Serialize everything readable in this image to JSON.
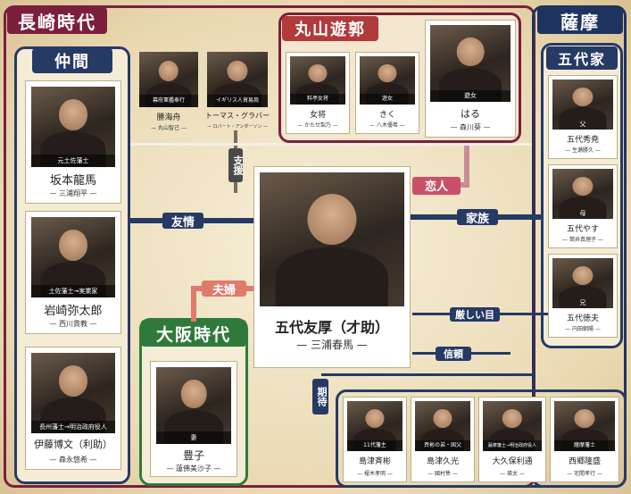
{
  "colors": {
    "nagasaki": "#7b1f3c",
    "satsuma": "#1f3360",
    "osaka": "#2f7a3a",
    "maruyama": "#b23a3a",
    "navy": "#263a66",
    "red": "#d65a5a"
  },
  "regions": {
    "nagasaki": "長崎時代",
    "satsuma": "薩摩",
    "nakama": "仲間",
    "godaike": "五代家",
    "maruyama": "丸山遊郭",
    "osaka": "大阪時代"
  },
  "center": {
    "name": "五代友厚（才助）",
    "actor": "— 三浦春馬 —"
  },
  "nakama": [
    {
      "role": "元土佐藩士",
      "name": "坂本龍馬",
      "actor": "— 三浦翔平 —"
    },
    {
      "role": "土佐藩士→実業家",
      "name": "岩崎弥太郎",
      "actor": "— 西川貴教 —"
    },
    {
      "role": "長州藩士→明治政府役人",
      "name": "伊藤博文（利助）",
      "actor": "— 森永悠希 —"
    }
  ],
  "nagasaki_top": [
    {
      "role": "幕府軍艦奉行",
      "name": "勝海舟",
      "actor": "— 丸山智己 —"
    },
    {
      "role": "イギリス人貿易商",
      "name": "トーマス・グラバー",
      "actor": "— ロバート・アンダーソン —"
    }
  ],
  "maruyama": [
    {
      "role": "料亭女将",
      "name": "女将",
      "actor": "— かたせ梨乃 —"
    },
    {
      "role": "遊女",
      "name": "きく",
      "actor": "— 八木優希 —"
    },
    {
      "role": "遊女",
      "name": "はる",
      "actor": "— 森川葵 —"
    }
  ],
  "godai": [
    {
      "role": "父",
      "name": "五代秀尭",
      "actor": "— 生瀬勝久 —"
    },
    {
      "role": "母",
      "name": "五代やす",
      "actor": "— 筒井真理子 —"
    },
    {
      "role": "兄",
      "name": "五代徳夫",
      "actor": "— 内田朝陽 —"
    }
  ],
  "osaka": {
    "role": "妻",
    "name": "豊子",
    "actor": "— 蓮佛美沙子 —"
  },
  "satsuma_bottom": [
    {
      "role": "11代藩主",
      "name": "島津斉彬",
      "actor": "— 榎木孝明 —"
    },
    {
      "role": "斉彬の弟・国父",
      "name": "島津久光",
      "actor": "— 國村隼 —"
    },
    {
      "role": "薩摩藩士→明治政府役人",
      "name": "大久保利通",
      "actor": "— 瑛太 —"
    },
    {
      "role": "薩摩藩士",
      "name": "西郷隆盛",
      "actor": "— 宅間孝行 —"
    }
  ],
  "relations": {
    "lover": "恋人",
    "friendship": "友情",
    "family": "家族",
    "marriage": "夫婦",
    "support": "支援",
    "expectation": "期待",
    "strict": "厳しい目",
    "trust": "信頼"
  }
}
